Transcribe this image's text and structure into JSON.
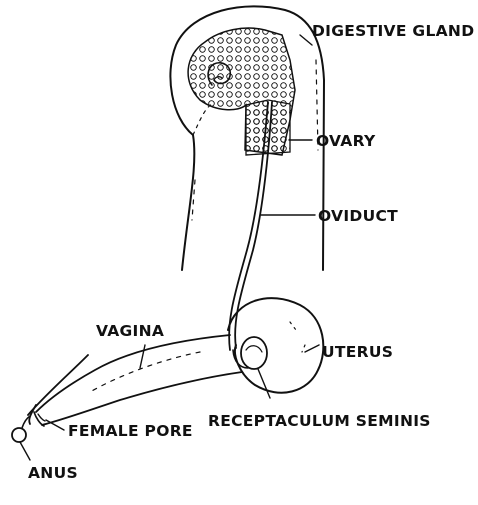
{
  "labels": {
    "digestive_gland": "DIGESTIVE GLAND",
    "ovary": "OVARY",
    "oviduct": "OVIDUCT",
    "vagina": "VAGINA",
    "uterus": "UTERUS",
    "female_pore": "FEMALE PORE",
    "receptaculum_seminis": "RECEPTACULUM SEMINIS",
    "anus": "ANUS"
  },
  "colors": {
    "ink": "#111111",
    "background": "#ffffff"
  }
}
